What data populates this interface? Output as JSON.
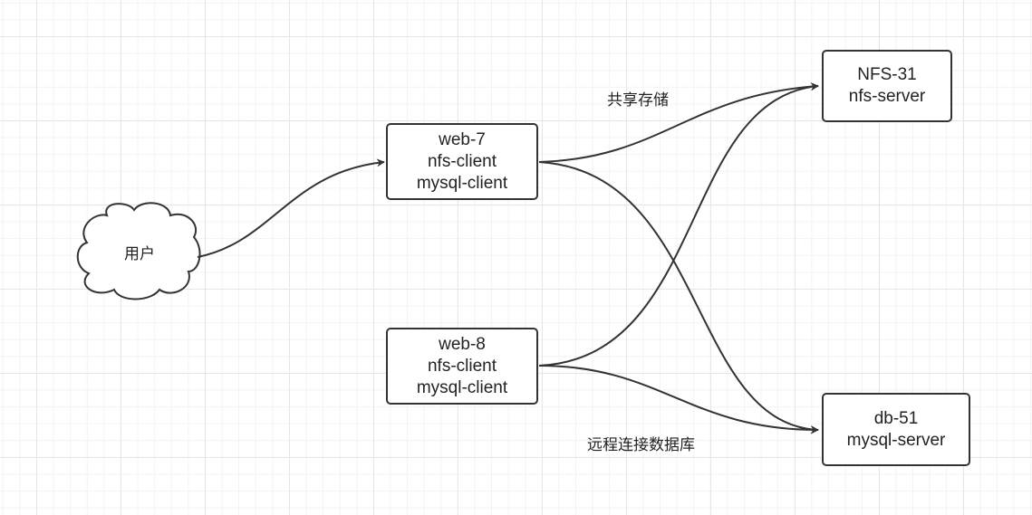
{
  "nodes": {
    "user": {
      "label": "用户"
    },
    "web7": {
      "lines": [
        "web-7",
        "nfs-client",
        "mysql-client"
      ]
    },
    "web8": {
      "lines": [
        "web-8",
        "nfs-client",
        "mysql-client"
      ]
    },
    "nfs": {
      "lines": [
        "NFS-31",
        "nfs-server"
      ]
    },
    "db": {
      "lines": [
        "db-51",
        "mysql-server"
      ]
    }
  },
  "edge_labels": {
    "share_storage": "共享存储",
    "remote_db": "远程连接数据库"
  },
  "colors": {
    "stroke": "#333333",
    "grid": "#e6e6e6",
    "background": "#ffffff"
  }
}
